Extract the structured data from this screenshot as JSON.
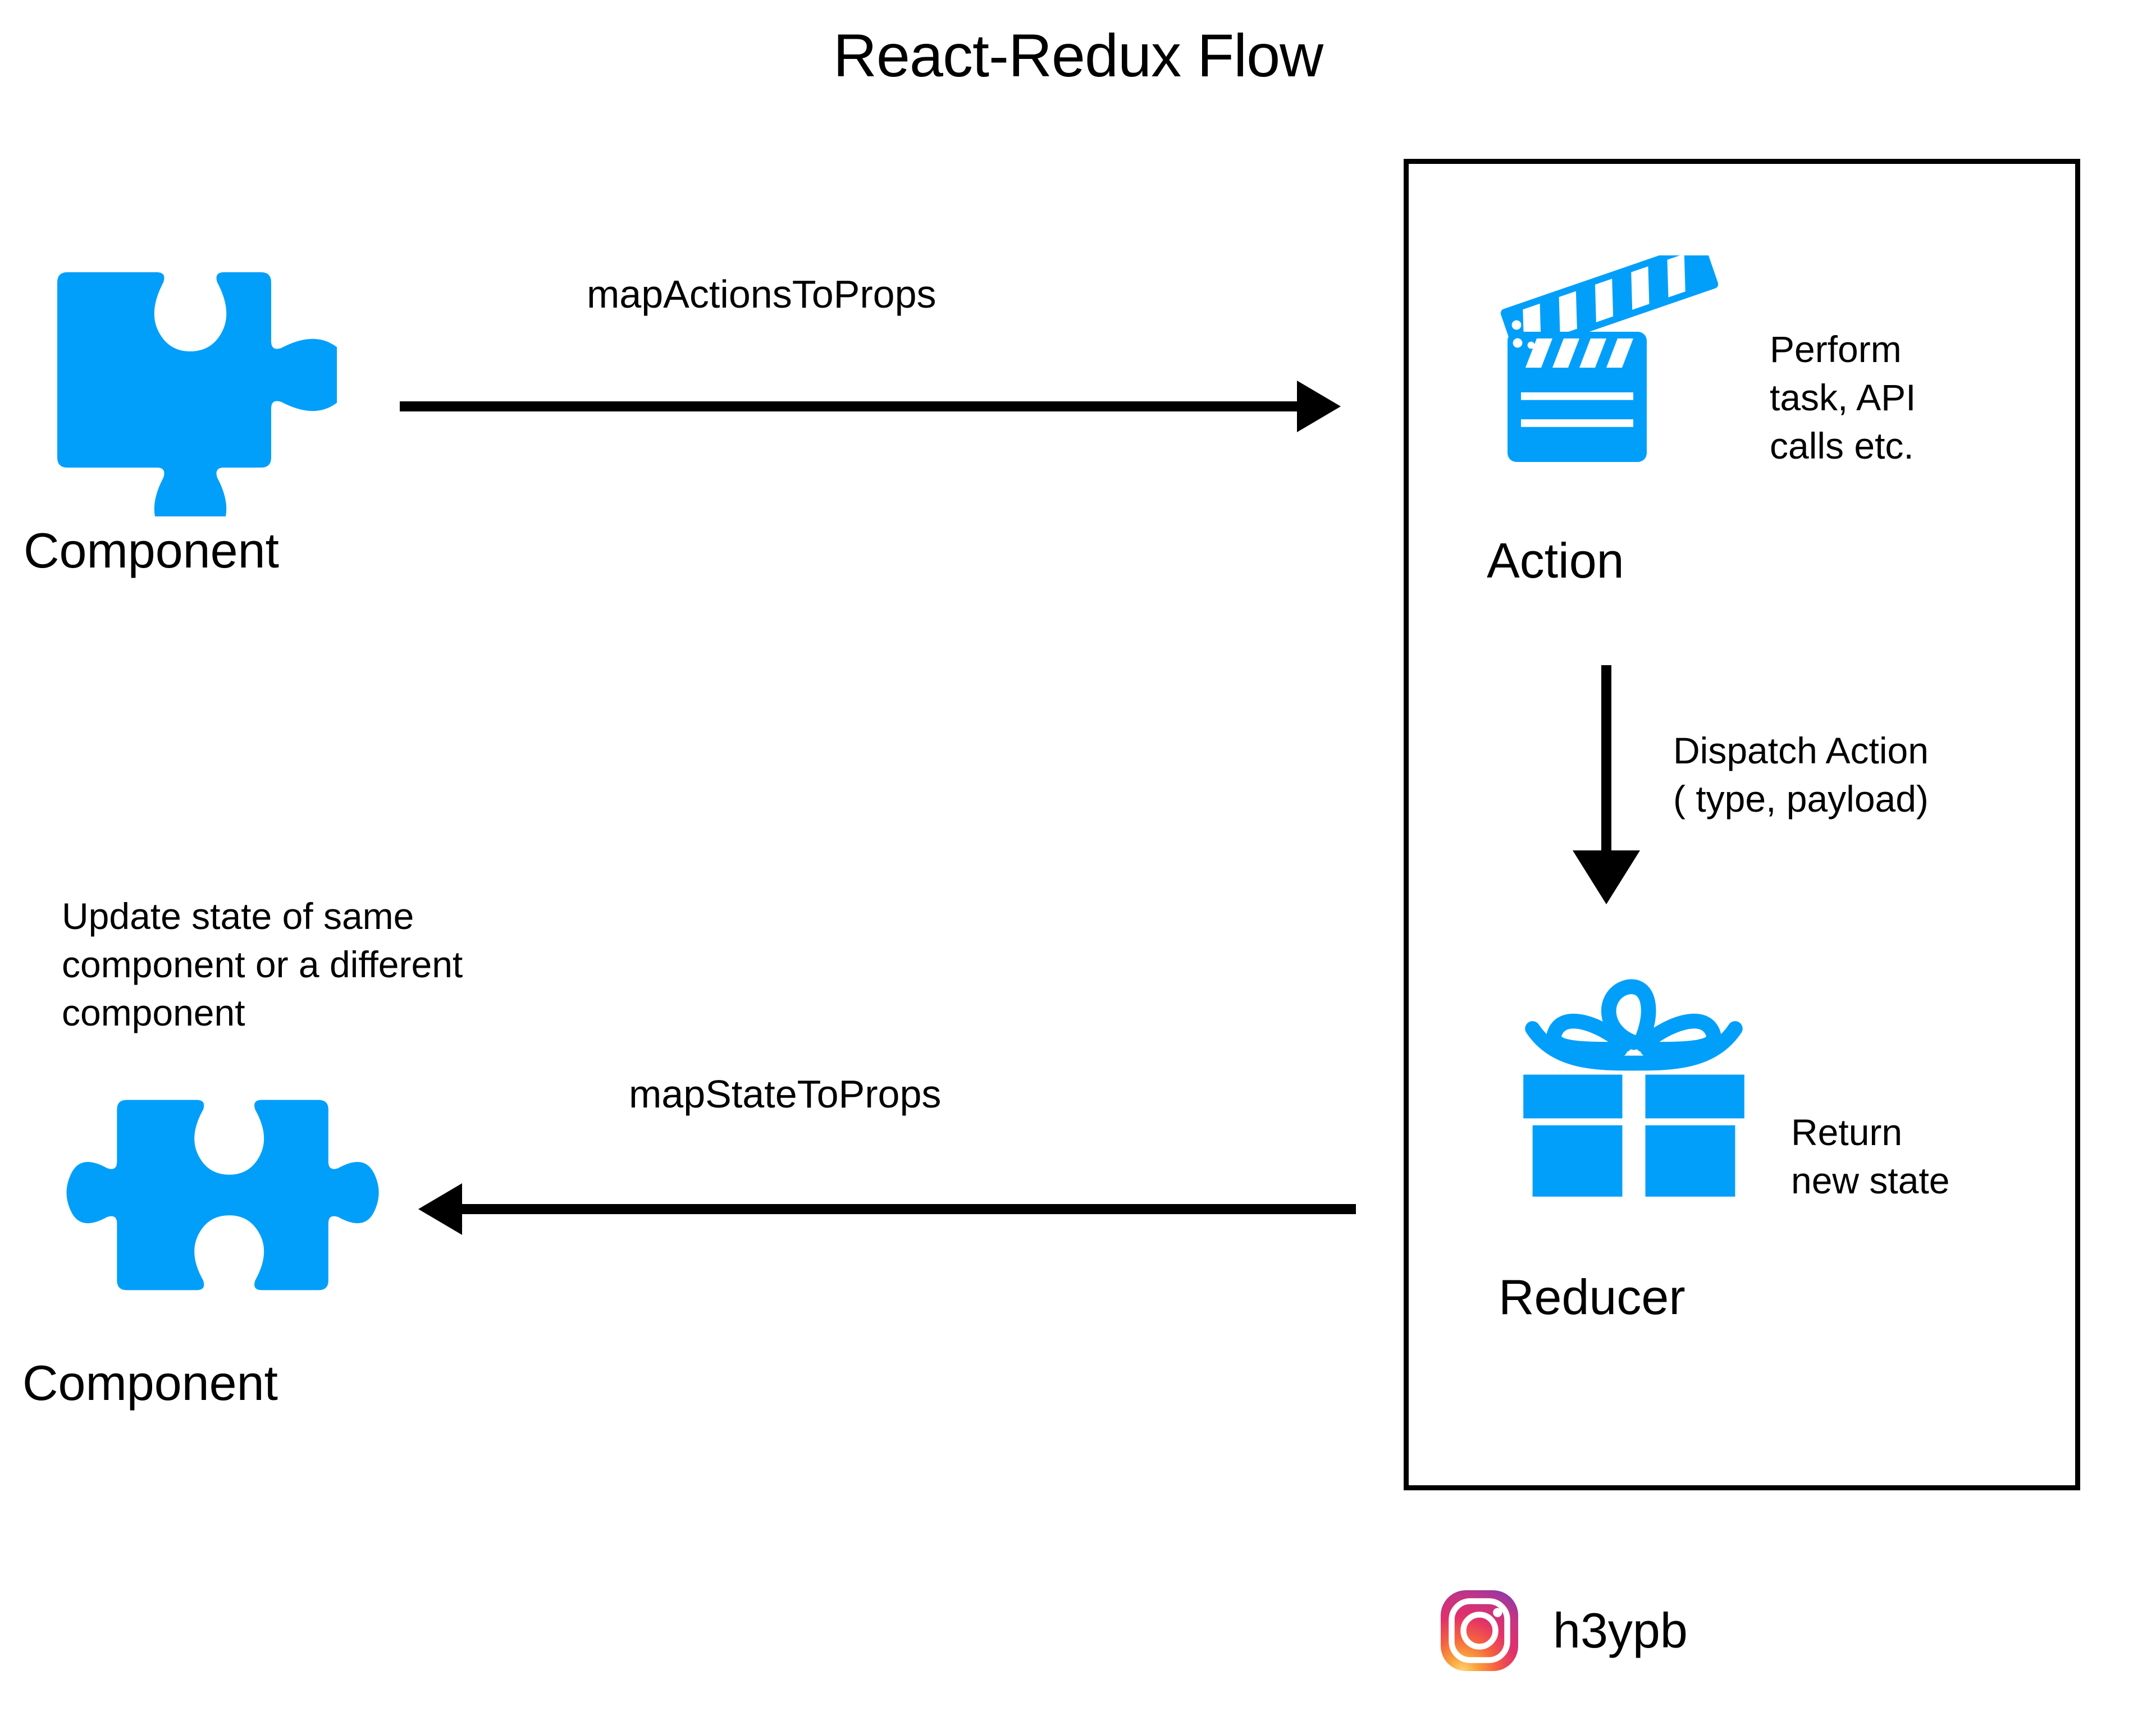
{
  "title": "React-Redux Flow",
  "colors": {
    "accent_blue": "#029FFA",
    "stroke_black": "#000000",
    "background": "#FFFFFF"
  },
  "nodes": {
    "component_top": {
      "label": "Component",
      "icon": "puzzle-piece-icon"
    },
    "component_bottom": {
      "label": "Component",
      "icon": "puzzle-piece-icon"
    },
    "action": {
      "label": "Action",
      "icon": "clapperboard-icon",
      "note": "Perform task, API calls etc."
    },
    "reducer": {
      "label": "Reducer",
      "icon": "gift-box-icon",
      "note": "Return new state"
    }
  },
  "edges": {
    "map_actions_to_props": {
      "label": "mapActionsToProps",
      "direction": "right"
    },
    "dispatch_action": {
      "label_line1": "Dispatch Action",
      "label_line2": "( type, payload)",
      "direction": "down"
    },
    "map_state_to_props": {
      "label": "mapStateToProps",
      "direction": "left"
    }
  },
  "annotations": {
    "update_state": "Update state of same component or a different component"
  },
  "footer": {
    "handle": "h3ypb",
    "icon": "instagram-icon"
  }
}
